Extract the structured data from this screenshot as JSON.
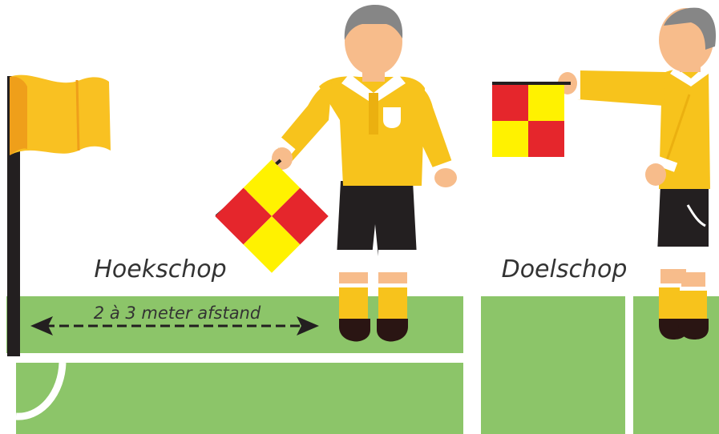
{
  "labels": {
    "corner_kick": "Hoekschop",
    "goal_kick": "Doelschop",
    "distance": "2 à 3 meter afstand"
  },
  "colors": {
    "field": "#8cc569",
    "line": "#ffffff",
    "shirt": "#f7c31c",
    "shirt_shade": "#ebb010",
    "shorts": "#231f20",
    "skin": "#f7bc8b",
    "hair": "#868686",
    "flag_red": "#e5262c",
    "flag_yellow": "#fff200",
    "corner_flag": "#f9c122",
    "corner_flag_dark": "#ef9f1a",
    "pole": "#231f20",
    "shoe": "#2a1513",
    "arrow": "#231f20",
    "text": "#333333"
  }
}
